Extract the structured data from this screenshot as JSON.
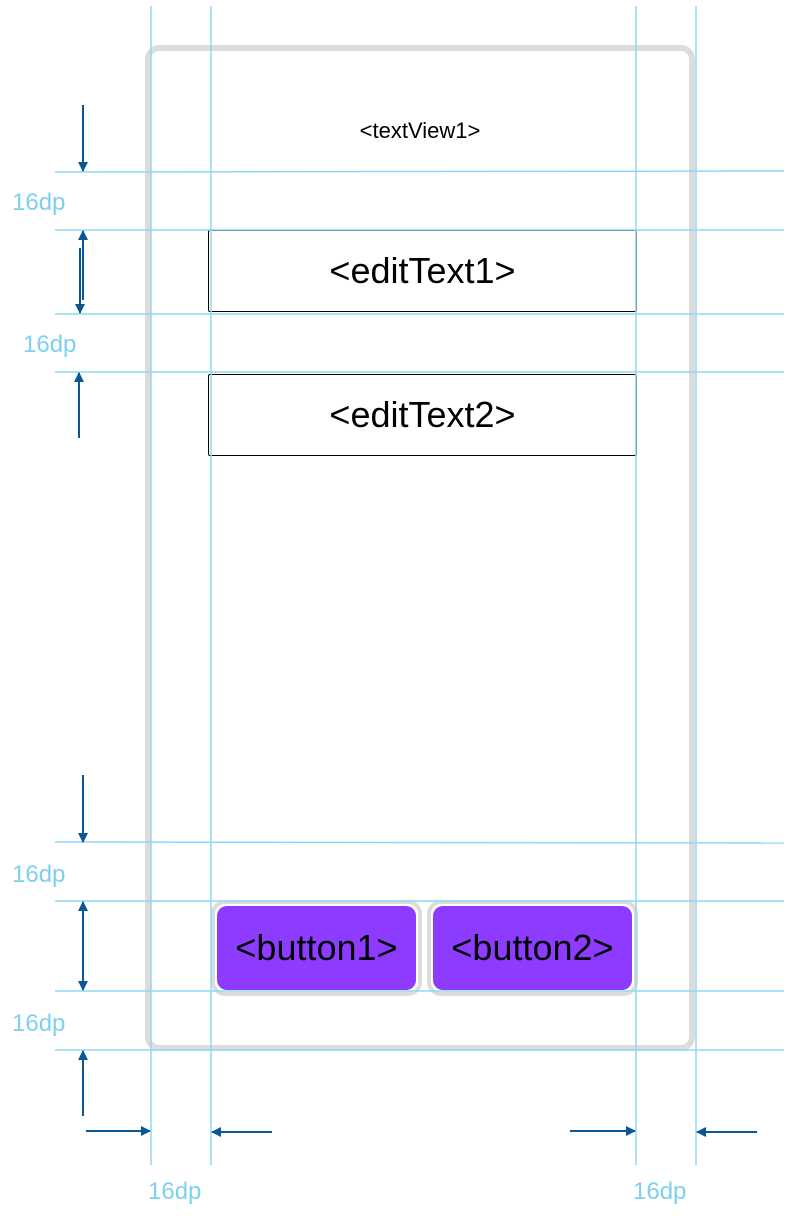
{
  "textview": {
    "label": "<textView1>"
  },
  "edittexts": [
    {
      "label": "<editText1>"
    },
    {
      "label": "<editText2>"
    }
  ],
  "buttons": [
    {
      "label": "<button1>"
    },
    {
      "label": "<button2>"
    }
  ],
  "dimensions": {
    "top_margin": "16dp",
    "field_gap": "16dp",
    "button_top_gap": "16dp",
    "bottom_margin": "16dp",
    "left_margin": "16dp",
    "right_margin": "16dp"
  },
  "colors": {
    "guide_line": "#8fd8f5",
    "dimension_text": "#7ed0f0",
    "arrow": "#0a5794",
    "frame": "#dcdcdc",
    "button_fill": "#8c3bff"
  }
}
